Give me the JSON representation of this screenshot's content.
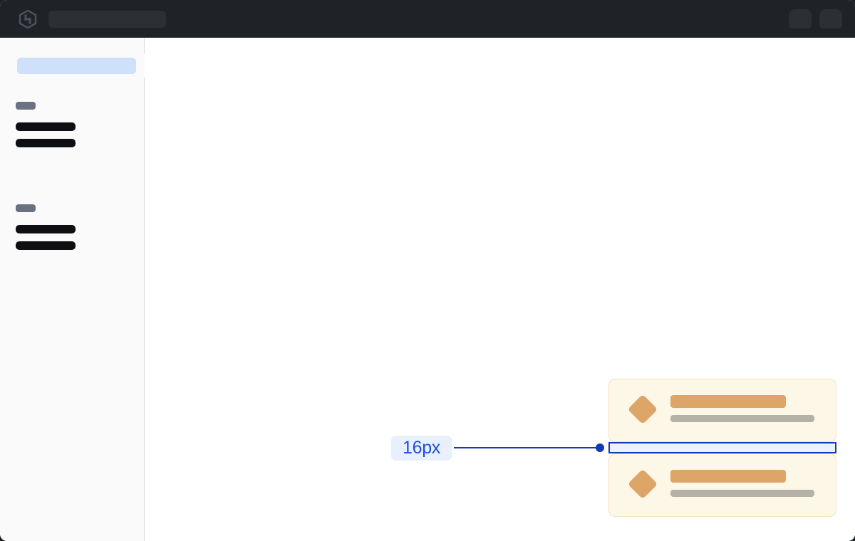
{
  "window": {
    "background_color": "#1d2024",
    "surface_color": "#ffffff"
  },
  "top_bar": {
    "background_color": "#1f2226",
    "logo": {
      "name": "hashicorp-logo",
      "color": "#4c5158"
    },
    "search": {
      "name": "global-search-input",
      "value": "",
      "placeholder": "",
      "color": "#2c3034"
    },
    "right_chips": [
      {
        "name": "top-bar-chip-1",
        "color": "#2c3034"
      },
      {
        "name": "top-bar-chip-2",
        "color": "#2c3034"
      }
    ]
  },
  "sidebar": {
    "background_color": "#fafafa",
    "border_color": "#dededf",
    "active_item": {
      "label": "",
      "color": "#cfe1fa"
    },
    "collapse_tab": {
      "label": "",
      "name": "sidebar-collapse-toggle"
    },
    "groups": [
      {
        "label": "",
        "label_color": "#6b7180",
        "items": [
          {
            "label": "",
            "color": "#0d0f12"
          },
          {
            "label": "",
            "color": "#0d0f12"
          }
        ]
      },
      {
        "label": "",
        "label_color": "#6b7180",
        "items": [
          {
            "label": "",
            "color": "#0d0f12"
          },
          {
            "label": "",
            "color": "#0d0f12"
          }
        ]
      }
    ]
  },
  "main": {
    "background_color": "#ffffff",
    "cards": [
      {
        "name": "content-card-1",
        "icon": "diamond-icon",
        "icon_color": "#dda567",
        "title": "",
        "title_color": "#dda567",
        "subtitle": "",
        "subtitle_color": "#b3b1a8",
        "background_color": "#fdf7e7",
        "border_color": "#f6e2bb"
      },
      {
        "name": "content-card-2",
        "icon": "diamond-icon",
        "icon_color": "#dda567",
        "title": "",
        "title_color": "#dda567",
        "subtitle": "",
        "subtitle_color": "#b3b1a8",
        "background_color": "#fdf7e7",
        "border_color": "#f6e2bb"
      }
    ]
  },
  "spacing_annotation": {
    "label": "16px",
    "value": 16,
    "unit": "px",
    "accent_color": "#1338b8",
    "label_text_color": "#1d4ed8",
    "label_background_color": "#e8f0fd",
    "highlight_fill_color": "#ecf1fd",
    "measured_between": "content-card-1 and content-card-2"
  }
}
